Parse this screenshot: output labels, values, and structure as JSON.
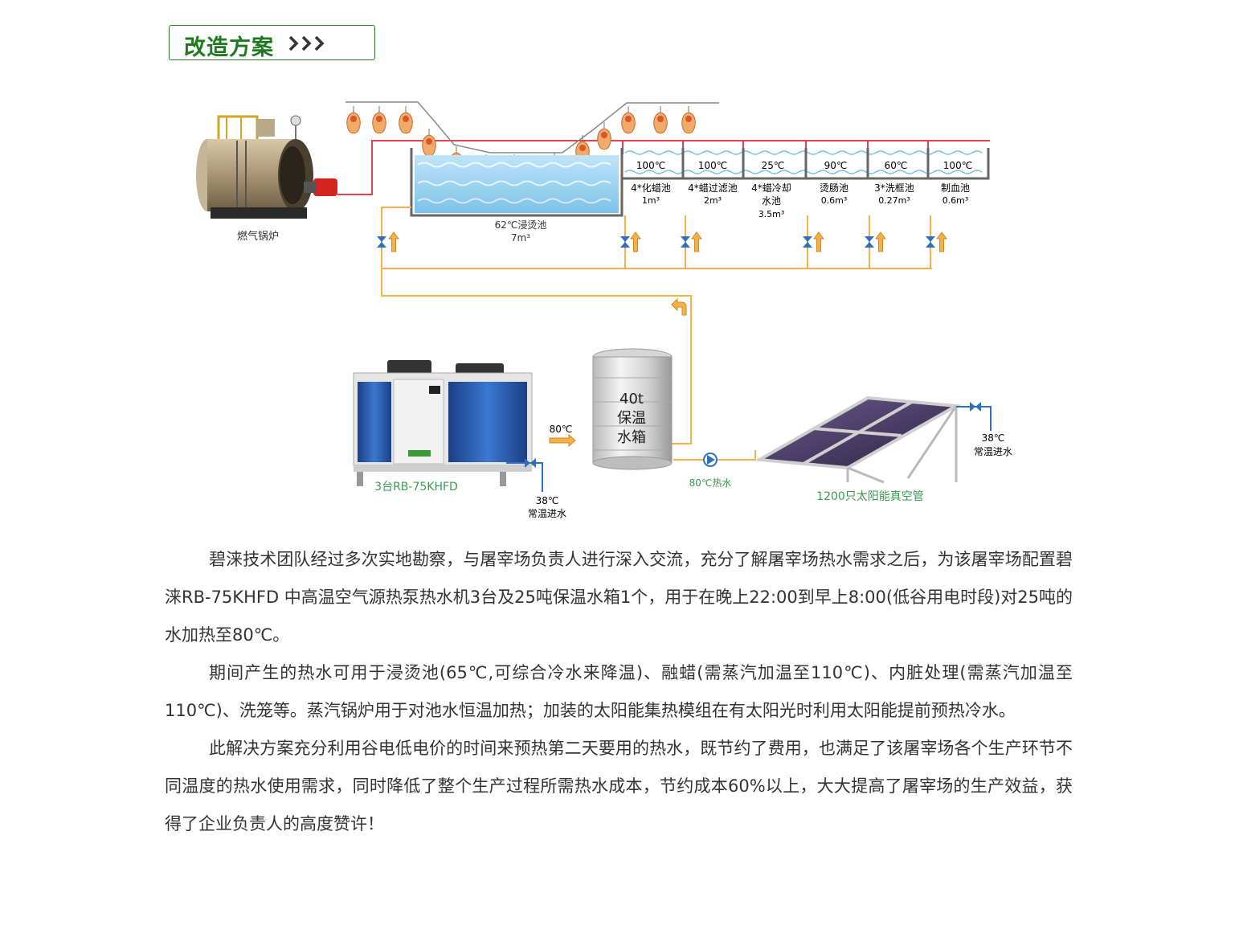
{
  "header": {
    "title": "改造方案",
    "chevrons": "❯❯❯"
  },
  "boiler": {
    "label": "燃气锅炉"
  },
  "scald_pool": {
    "label": "62℃浸烫池",
    "volume": "7m³"
  },
  "pools": [
    {
      "temp": "100℃",
      "name_lines": [
        "4*化蜡池"
      ],
      "volume": "1m³"
    },
    {
      "temp": "100℃",
      "name_lines": [
        "4*蜡过滤池"
      ],
      "volume": "2m³"
    },
    {
      "temp": "25℃",
      "name_lines": [
        "4*蜡冷却",
        "水池"
      ],
      "volume": "3.5m³"
    },
    {
      "temp": "90℃",
      "name_lines": [
        "烫肠池"
      ],
      "volume": "0.6m³"
    },
    {
      "temp": "60℃",
      "name_lines": [
        "3*洗框池"
      ],
      "volume": "0.27m³"
    },
    {
      "temp": "100℃",
      "name_lines": [
        "制血池"
      ],
      "volume": "0.6m³"
    }
  ],
  "heat_pump": {
    "label": "3台RB-75KHFD",
    "out_temp": "80℃",
    "in_temp": "38℃",
    "in_label": "常温进水"
  },
  "tank": {
    "lines": [
      "40t",
      "保温",
      "水箱"
    ]
  },
  "hot_water": {
    "label": "80℃热水"
  },
  "solar": {
    "label": "1200只太阳能真空管",
    "in_temp": "38℃",
    "in_label": "常温进水"
  },
  "paragraphs": [
    "碧涞技术团队经过多次实地勘察，与屠宰场负责人进行深入交流，充分了解屠宰场热水需求之后，为该屠宰场配置碧涞RB-75KHFD  中高温空气源热泵热水机3台及25吨保温水箱1个，用于在晚上22:00到早上8:00(低谷用电时段)对25吨的水加热至80℃。",
    "期间产生的热水可用于浸烫池(65℃,可综合冷水来降温)、融蜡(需蒸汽加温至110℃)、内脏处理(需蒸汽加温至110℃)、洗笼等。蒸汽锅炉用于对池水恒温加热；加装的太阳能集热模组在有太阳光时利用太阳能提前预热冷水。",
    "此解决方案充分利用谷电低电价的时间来预热第二天要用的热水，既节约了费用，也满足了该屠宰场各个生产环节不同温度的热水使用需求，同时降低了整个生产过程所需热水成本，节约成本60%以上，大大提高了屠宰场的生产效益，获得了企业负责人的高度赞许！"
  ],
  "colors": {
    "accent_green": "#1f7a1f",
    "pipe_orange": "#f5b04a",
    "pipe_red": "#e04050",
    "valve_blue": "#2f6fc0"
  }
}
